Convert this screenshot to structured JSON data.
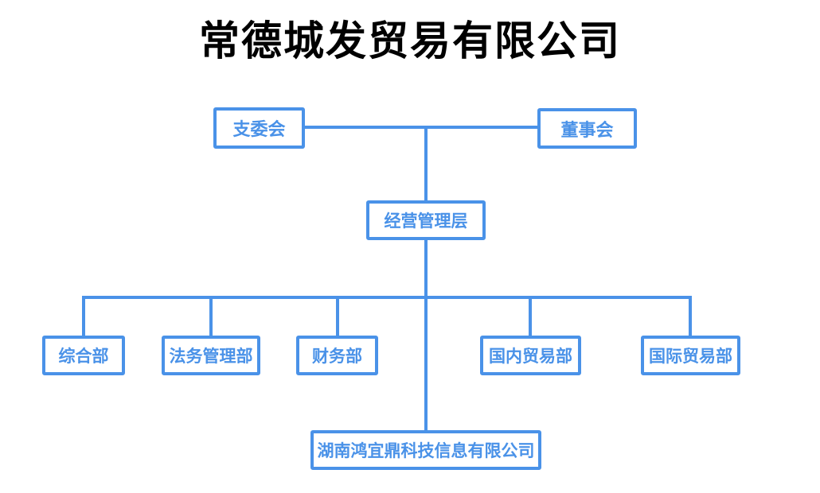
{
  "title": "常德城发贸易有限公司",
  "colors": {
    "connector_line": "#4a92e8",
    "node_border": "#4a92e8",
    "node_text": "#4a92e8",
    "title_text": "#000000",
    "background": "#ffffff"
  },
  "org_chart": {
    "type": "org-tree",
    "nodes": [
      {
        "label": "支委会",
        "level": 1
      },
      {
        "label": "董事会",
        "level": 1
      },
      {
        "label": "经营管理层",
        "level": 2
      },
      {
        "label": "综合部",
        "level": 3
      },
      {
        "label": "法务管理部",
        "level": 3
      },
      {
        "label": "财务部",
        "level": 3
      },
      {
        "label": "国内贸易部",
        "level": 3
      },
      {
        "label": "国际贸易部",
        "level": 3
      },
      {
        "label": "湖南鸿宜鼎科技信息有限公司",
        "level": 4
      }
    ],
    "edges": [
      [
        "支委会",
        "经营管理层"
      ],
      [
        "董事会",
        "经营管理层"
      ],
      [
        "经营管理层",
        "综合部"
      ],
      [
        "经营管理层",
        "法务管理部"
      ],
      [
        "经营管理层",
        "财务部"
      ],
      [
        "经营管理层",
        "国内贸易部"
      ],
      [
        "经营管理层",
        "国际贸易部"
      ],
      [
        "经营管理层",
        "湖南鸿宜鼎科技信息有限公司"
      ]
    ]
  }
}
